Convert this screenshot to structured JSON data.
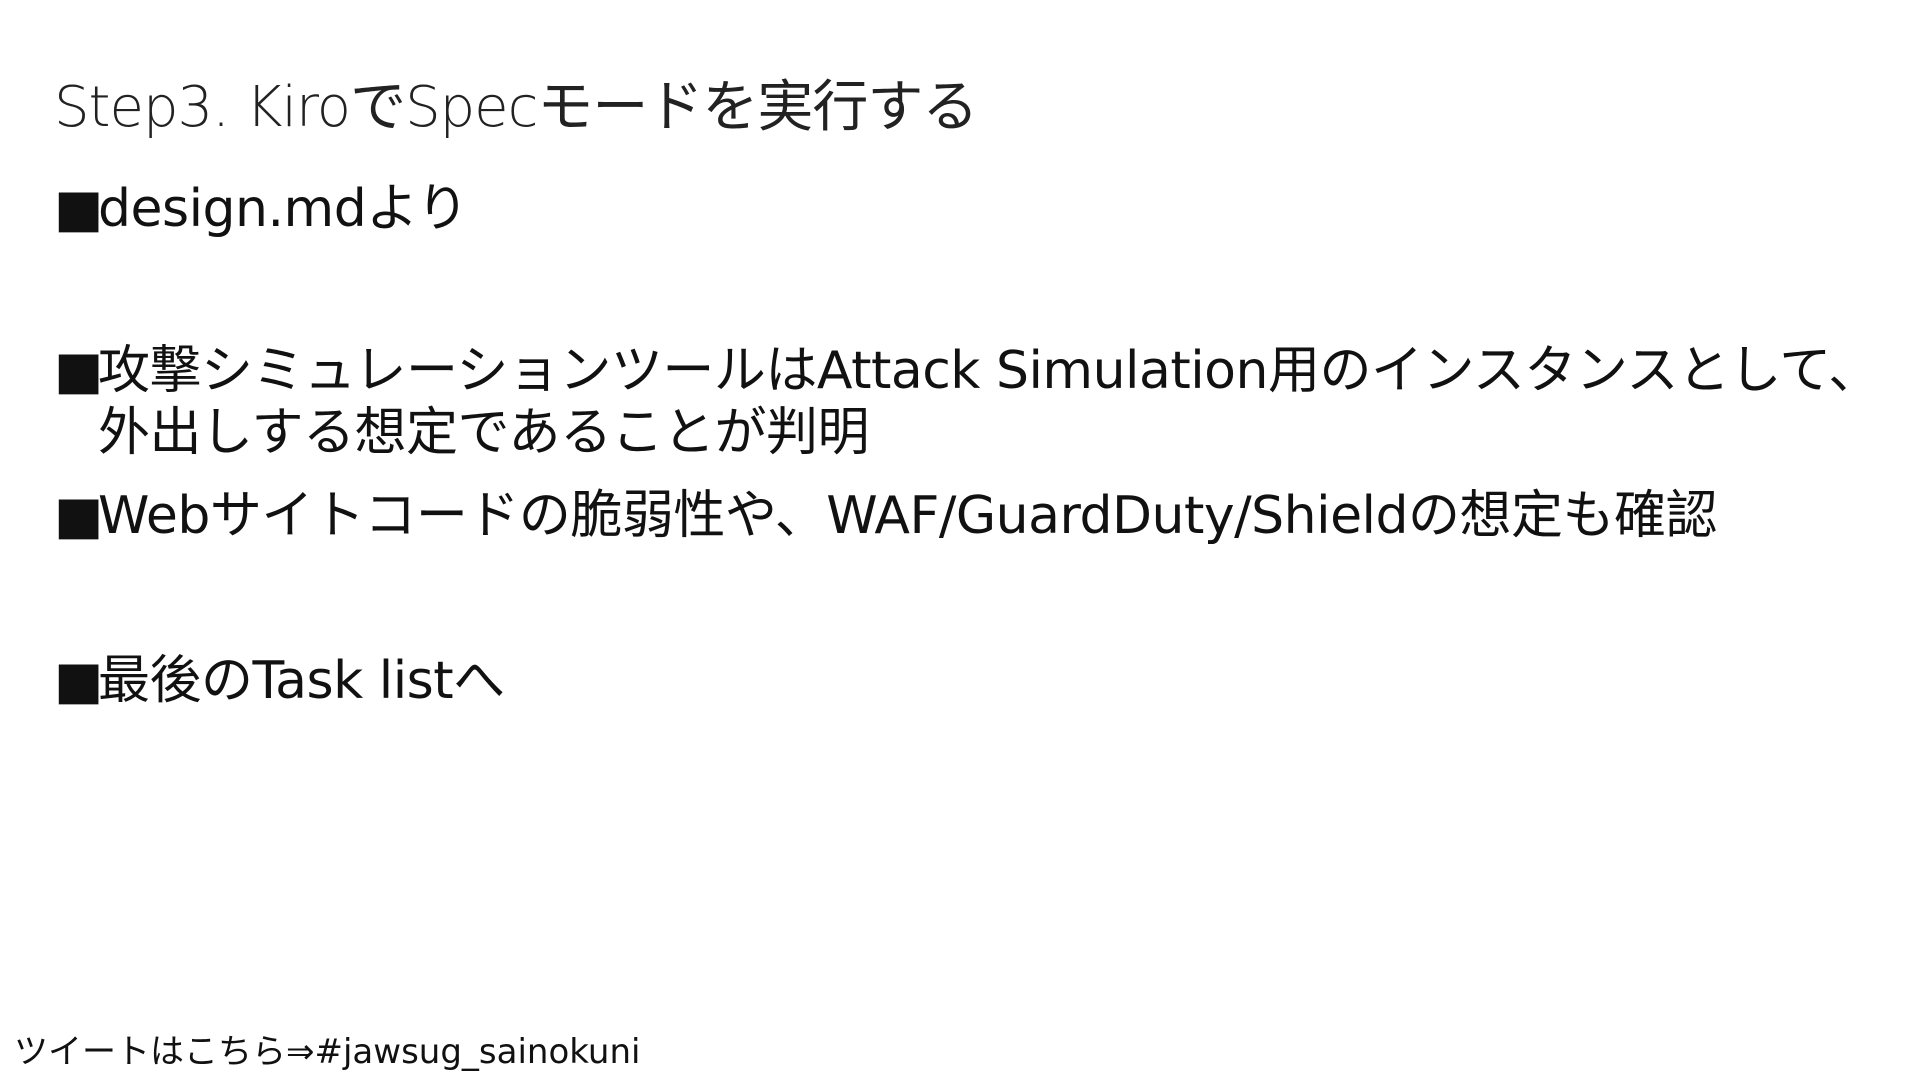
{
  "slide": {
    "title": "Step3. KiroでSpecモードを実行する",
    "bullets": [
      {
        "mark": "■",
        "text": "design.mdより"
      },
      {
        "mark": "■",
        "text": "攻撃シミュレーションツールはAttack Simulation用のインスタンスとして、外出しする想定であることが判明"
      },
      {
        "mark": "■",
        "text": "Webサイトコードの脆弱性や、WAF/GuardDuty/Shieldの想定も確認"
      },
      {
        "mark": "■",
        "text": "最後のTask listへ"
      }
    ],
    "footer": "ツイートはこちら⇒#jawsug_sainokuni"
  },
  "colors": {
    "background": "#ffffff",
    "text": "#111111"
  }
}
